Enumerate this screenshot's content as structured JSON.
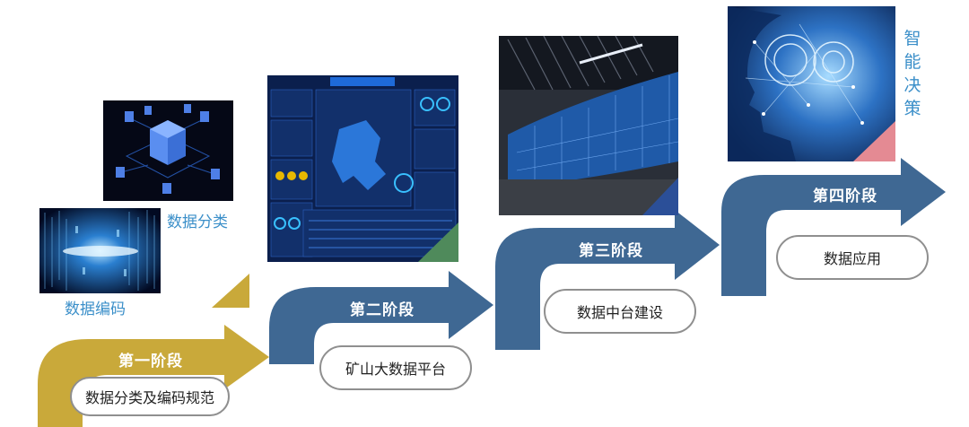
{
  "stages": [
    {
      "label": "第一阶段",
      "desc": "数据分类及编码规范"
    },
    {
      "label": "第二阶段",
      "desc": "矿山大数据平台"
    },
    {
      "label": "第三阶段",
      "desc": "数据中台建设"
    },
    {
      "label": "第四阶段",
      "desc": "数据应用"
    }
  ],
  "captions": {
    "classify": "数据分类",
    "encode": "数据编码",
    "decision": "智能决策"
  },
  "colors": {
    "stage1": "#c9a93a",
    "stage_blue": "#3f6893",
    "caption": "#3b8fc9"
  }
}
